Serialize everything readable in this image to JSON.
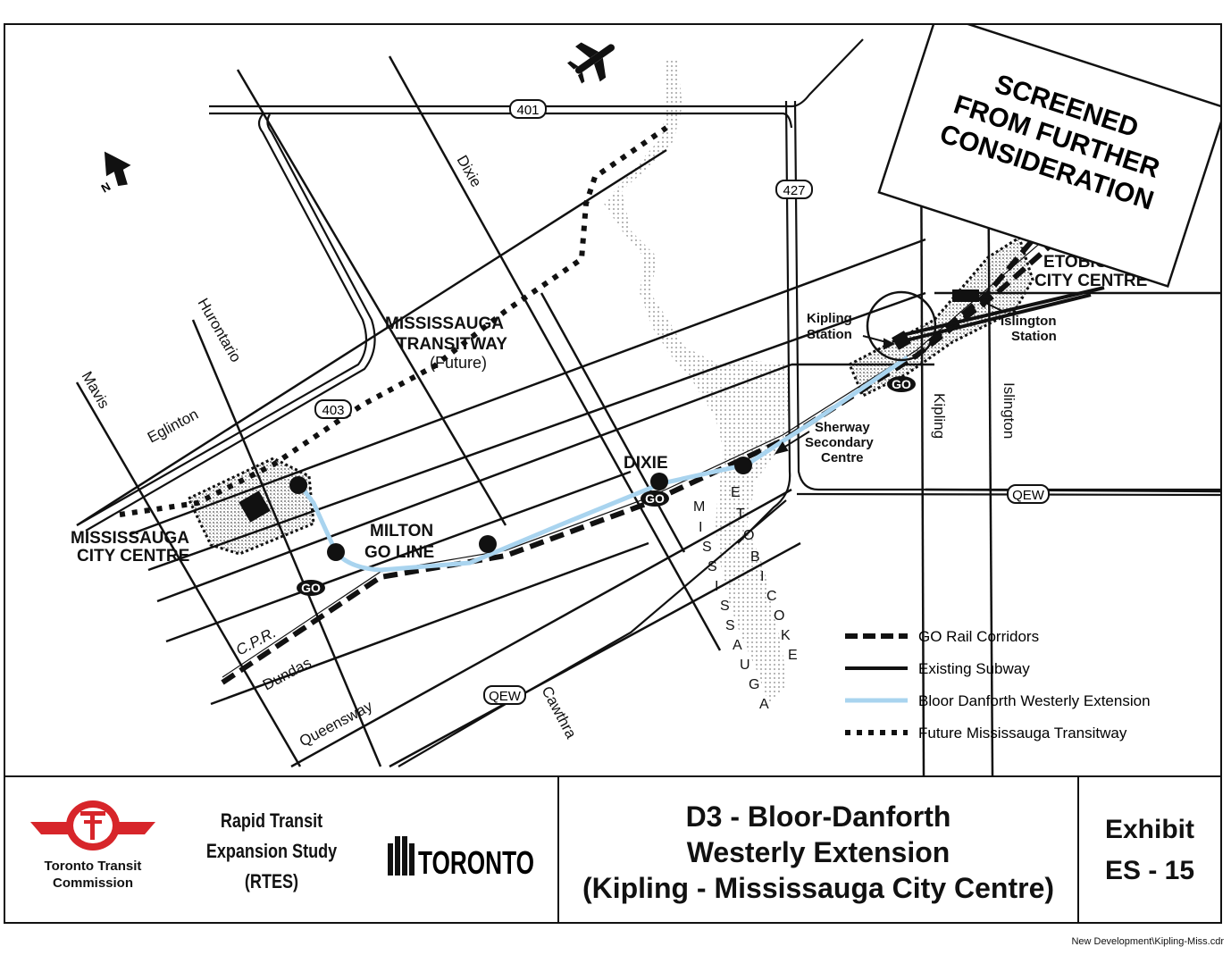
{
  "map": {
    "roads": {
      "hwy401": "401",
      "hwy427": "427",
      "hwy403": "403",
      "qew_east": "QEW",
      "qew_south": "QEW",
      "dixie": "Dixie",
      "hurontario": "Hurontario",
      "mavis": "Mavis",
      "eglinton": "Eglinton",
      "dundas": "Dundas",
      "queensway": "Queensway",
      "cawthra": "Cawthra",
      "kipling": "Kipling",
      "islington": "Islington",
      "cpr": "C.P.R."
    },
    "labels": {
      "transitway_line1": "MISSISSAUGA",
      "transitway_line2": "TRANSITWAY",
      "transitway_line3": "(Future)",
      "mcc_line1": "MISSISSAUGA",
      "mcc_line2": "CITY CENTRE",
      "milton_line1": "MILTON",
      "milton_line2": "GO LINE",
      "dixie_station": "DIXIE",
      "etobicoke_line1": "ETOBICOKE",
      "etobicoke_line2": "CITY CENTRE",
      "kipling_line1": "Kipling",
      "kipling_line2": "Station",
      "islington_line1": "Islington",
      "islington_line2": "Station",
      "sherway_line1": "Sherway",
      "sherway_line2": "Secondary",
      "sherway_line3": "Centre",
      "north": "N",
      "creek_etobicoke": [
        "E",
        "T",
        "O",
        "B",
        "I",
        "C",
        "O",
        "K",
        "E"
      ],
      "creek_mississauga": [
        "M",
        "I",
        "S",
        "S",
        "I",
        "S",
        "S",
        "A",
        "U",
        "G",
        "A"
      ],
      "go_logo": "GO"
    },
    "screened": [
      "SCREENED",
      "FROM FURTHER",
      "CONSIDERATION"
    ],
    "legend": [
      {
        "label": "GO Rail Corridors",
        "style": "dashed-heavy",
        "color": "#111111"
      },
      {
        "label": "Existing Subway",
        "style": "solid",
        "color": "#111111"
      },
      {
        "label": "Bloor Danforth Westerly Extension",
        "style": "solid",
        "color": "#a9d4ef"
      },
      {
        "label": "Future Mississauga Transitway",
        "style": "dotted",
        "color": "#111111"
      }
    ],
    "colors": {
      "extension": "#a9d4ef",
      "ink": "#111111",
      "stipple": "#b5b5b5"
    }
  },
  "titleblock": {
    "agency_line1": "Toronto Transit",
    "agency_line2": "Commission",
    "study_line1": "Rapid Transit",
    "study_line2": "Expansion Study",
    "study_line3": "(RTES)",
    "city_logo": "TORONTO",
    "title_line1": "D3 - Bloor-Danforth",
    "title_line2": "Westerly Extension",
    "title_line3": "(Kipling - Mississauga City Centre)",
    "exhibit_line1": "Exhibit",
    "exhibit_line2": "ES - 15"
  },
  "footer": {
    "file_path": "New Development\\Kipling-Miss.cdr"
  }
}
